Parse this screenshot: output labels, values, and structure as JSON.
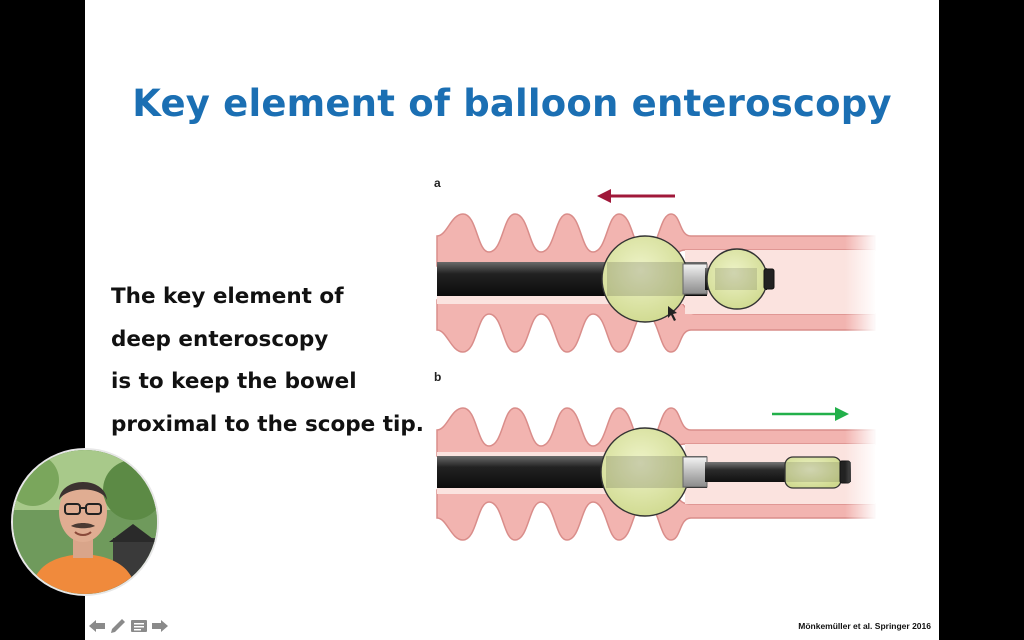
{
  "slide": {
    "title": "Key element of balloon enteroscopy",
    "body_lines": [
      "The key element of",
      "deep enteroscopy",
      "is to keep the bowel",
      "proximal to the scope tip."
    ],
    "figure": {
      "panel_a_label": "a",
      "panel_b_label": "b"
    },
    "citation": "Mönkemüller et al. Springer 2016"
  },
  "colors": {
    "title": "#1b6fb3",
    "bowel_wall": "#f2b7b3",
    "bowel_lumen": "#f9d9d4",
    "balloon": "#dfe8a8",
    "arrow_a": "#a0183a",
    "arrow_b": "#22b04a"
  },
  "presenter": {
    "icon": "webcam-presenter-overlay"
  },
  "player_controls": [
    "back-arrow-icon",
    "pen-icon",
    "menu-icon",
    "forward-arrow-icon"
  ]
}
